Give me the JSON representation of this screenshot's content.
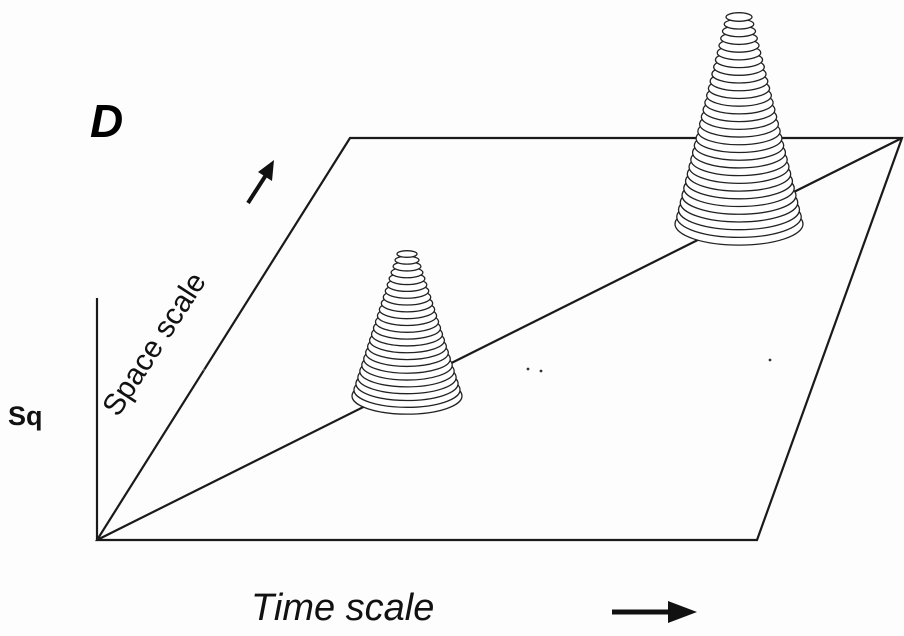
{
  "panel_label": "D",
  "axis_labels": {
    "vertical": "Sq",
    "space": "Space scale",
    "time": "Time scale"
  },
  "colors": {
    "line": "#1a1a1a",
    "background": "#fdfdfd"
  },
  "icons": {
    "space_arrow": "arrow-up-right-icon",
    "time_arrow": "arrow-right-icon"
  }
}
